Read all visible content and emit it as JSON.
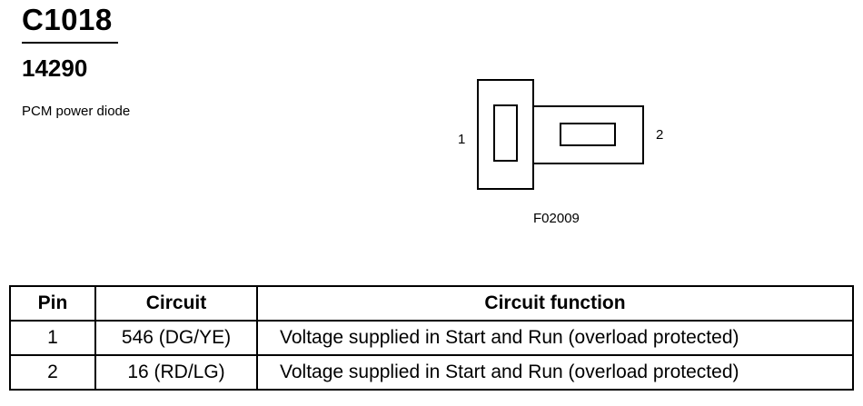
{
  "header": {
    "connector_id": "C1018",
    "part_number": "14290",
    "description": "PCM power diode"
  },
  "diagram": {
    "pin_labels": [
      "1",
      "2"
    ],
    "figure_code": "F02009"
  },
  "table": {
    "headers": [
      "Pin",
      "Circuit",
      "Circuit function"
    ],
    "rows": [
      {
        "pin": "1",
        "circuit": "546 (DG/YE)",
        "function": "Voltage supplied in Start and Run (overload protected)"
      },
      {
        "pin": "2",
        "circuit": "16 (RD/LG)",
        "function": "Voltage supplied in Start and Run (overload protected)"
      }
    ]
  }
}
